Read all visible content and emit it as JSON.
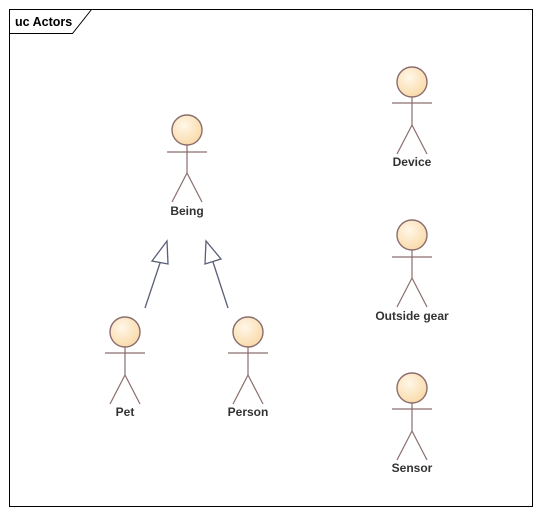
{
  "frame": {
    "title": "uc Actors"
  },
  "actors": [
    {
      "id": "being",
      "name": "Being"
    },
    {
      "id": "pet",
      "name": "Pet"
    },
    {
      "id": "person",
      "name": "Person"
    },
    {
      "id": "device",
      "name": "Device"
    },
    {
      "id": "outside-gear",
      "name": "Outside gear"
    },
    {
      "id": "sensor",
      "name": "Sensor"
    }
  ],
  "relationships": [
    {
      "type": "generalization",
      "from": "Pet",
      "to": "Being"
    },
    {
      "type": "generalization",
      "from": "Person",
      "to": "Being"
    }
  ],
  "colors": {
    "frame_border": "#000000",
    "actor_line": "#8c6d6d",
    "actor_head_fill": "#fde7c3",
    "actor_head_stroke": "#8c6d6d",
    "arrow_stroke": "#5a5f78"
  }
}
